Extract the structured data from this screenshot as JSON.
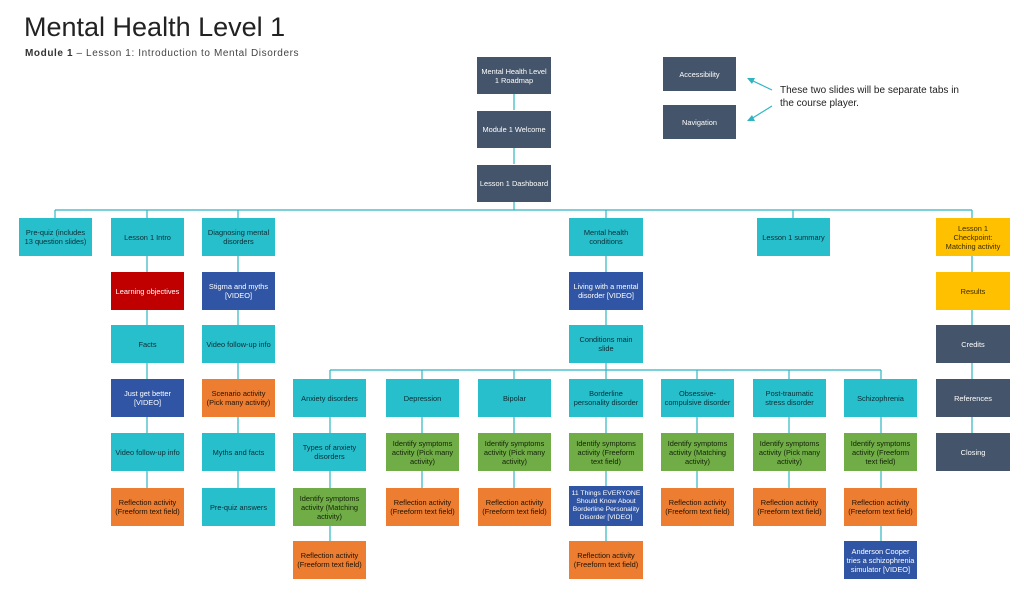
{
  "header": {
    "title": "Mental Health Level 1",
    "module": "Module 1",
    "subtitle_rest": " – Lesson 1: Introduction to Mental Disorders"
  },
  "note": "These two slides will be separate tabs in the course player.",
  "colors": {
    "teal": "#27bfcc",
    "dark": "#44546a",
    "red": "#c00000",
    "blue": "#2f55a4",
    "orange": "#ed7d31",
    "green": "#70ad47",
    "yellow": "#ffc000",
    "connector": "#2fb5c2"
  },
  "nodes": {
    "roadmap": "Mental Health Level 1 Roadmap",
    "welcome": "Module 1 Welcome",
    "dashboard": "Lesson 1 Dashboard",
    "accessibility": "Accessibility",
    "navigation": "Navigation",
    "prequiz": "Pre-quiz (includes 13 question slides)",
    "intro": "Lesson 1 Intro",
    "learning_objectives": "Learning objectives",
    "facts": "Facts",
    "just_get_better": "Just get better [VIDEO]",
    "intro_video_follow_up": "Video follow-up info",
    "intro_reflection": "Reflection activity (Freeform text field)",
    "diagnosing": "Diagnosing mental disorders",
    "stigma": "Stigma and myths [VIDEO]",
    "diag_video_follow_up": "Video follow-up info",
    "scenario": "Scenario activity (Pick many activity)",
    "myths_facts": "Myths and facts",
    "prequiz_answers": "Pre-quiz answers",
    "conditions": "Mental health conditions",
    "living": "Living with a mental disorder [VIDEO]",
    "conditions_main": "Conditions main slide",
    "anxiety": "Anxiety disorders",
    "anxiety_types": "Types of anxiety disorders",
    "anxiety_identify": "Identify symptoms activity (Matching activity)",
    "anxiety_reflection": "Reflection activity (Freeform text field)",
    "depression": "Depression",
    "depression_identify": "Identify symptoms activity (Pick many activity)",
    "depression_reflection": "Reflection activity (Freeform text field)",
    "bipolar": "Bipolar",
    "bipolar_identify": "Identify symptoms activity (Pick many activity)",
    "bipolar_reflection": "Reflection activity (Freeform text field)",
    "borderline": "Borderline personality disorder",
    "borderline_identify": "Identify symptoms activity (Freeform text field)",
    "borderline_video": "11 Things EVERYONE Should Know About Borderline Personality Disorder [VIDEO]",
    "borderline_reflection": "Reflection activity (Freeform text field)",
    "ocd": "Obsessive-compulsive disorder",
    "ocd_identify": "Identify symptoms activity (Matching activity)",
    "ocd_reflection": "Reflection activity (Freeform text field)",
    "ptsd": "Post-traumatic stress disorder",
    "ptsd_identify": "Identify symptoms activity (Pick many activity)",
    "ptsd_reflection": "Reflection activity (Freeform text field)",
    "schizophrenia": "Schizophrenia",
    "schizo_identify": "Identify symptoms activity (Freeform text field)",
    "schizo_reflection": "Reflection activity (Freeform text field)",
    "schizo_video": "Anderson Cooper tries a schizophrenia simulator [VIDEO]",
    "summary": "Lesson 1 summary",
    "checkpoint": "Lesson 1 Checkpoint: Matching activity",
    "results": "Results",
    "credits": "Credits",
    "references": "References",
    "closing": "Closing"
  }
}
